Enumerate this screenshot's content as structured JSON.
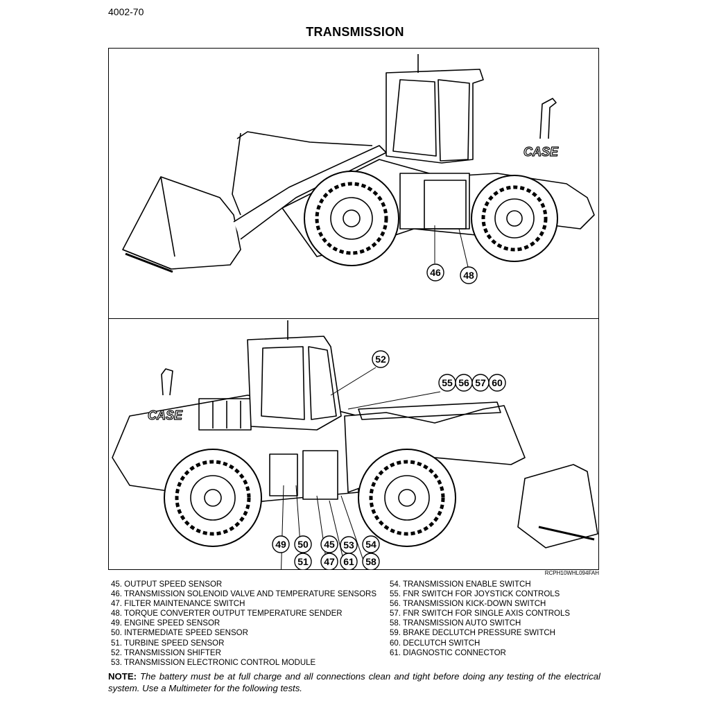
{
  "header": {
    "page_number": "4002-70",
    "title": "TRANSMISSION"
  },
  "figure": {
    "reference": "RCPH10WHL094FAH",
    "brand_text": "CASE",
    "top_callouts": [
      "46",
      "48"
    ],
    "bottom_callouts": [
      "52",
      "55",
      "56",
      "57",
      "60",
      "49",
      "50",
      "45",
      "53",
      "54",
      "51",
      "47",
      "61",
      "58"
    ]
  },
  "legend": {
    "left": [
      "45. OUTPUT SPEED SENSOR",
      "46. TRANSMISSION SOLENOID VALVE AND TEMPERATURE SENSORS",
      "47. FILTER MAINTENANCE SWITCH",
      "48. TORQUE CONVERTER OUTPUT TEMPERATURE SENDER",
      "49. ENGINE SPEED SENSOR",
      "50. INTERMEDIATE SPEED SENSOR",
      "51. TURBINE SPEED SENSOR",
      "52. TRANSMISSION SHIFTER",
      "53. TRANSMISSION ELECTRONIC CONTROL MODULE"
    ],
    "right": [
      "54. TRANSMISSION ENABLE SWITCH",
      "55.  FNR SWITCH FOR JOYSTICK CONTROLS",
      "56. TRANSMISSION KICK-DOWN SWITCH",
      "57. FNR SWITCH FOR SINGLE AXIS CONTROLS",
      "58. TRANSMISSION AUTO SWITCH",
      "59. BRAKE DECLUTCH PRESSURE SWITCH",
      "60.  DECLUTCH SWITCH",
      "61. DIAGNOSTIC CONNECTOR"
    ]
  },
  "note": {
    "label": "NOTE:",
    "text": "The battery must be at full charge and all connections clean and tight before doing any testing of the electrical system. Use a Multimeter for the following tests."
  }
}
